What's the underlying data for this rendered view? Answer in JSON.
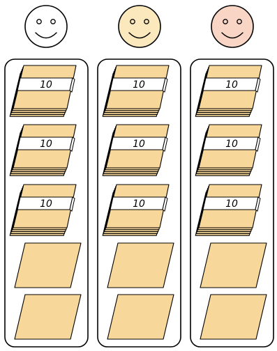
{
  "colors": {
    "paper": "#f7d79a",
    "band": "#ffffff",
    "stroke": "#000000",
    "panel_stroke": "#000000"
  },
  "faces": [
    {
      "name": "face-white",
      "fill": "#ffffff"
    },
    {
      "name": "face-yellow",
      "fill": "#fbe9bd"
    },
    {
      "name": "face-pink",
      "fill": "#f9d5c5"
    }
  ],
  "columns": [
    {
      "bundles": [
        {
          "label": "10"
        },
        {
          "label": "10"
        },
        {
          "label": "10"
        }
      ],
      "single_sheets": 2
    },
    {
      "bundles": [
        {
          "label": "10"
        },
        {
          "label": "10"
        },
        {
          "label": "10"
        }
      ],
      "single_sheets": 2
    },
    {
      "bundles": [
        {
          "label": "10"
        },
        {
          "label": "10"
        },
        {
          "label": "10"
        }
      ],
      "single_sheets": 2
    }
  ]
}
